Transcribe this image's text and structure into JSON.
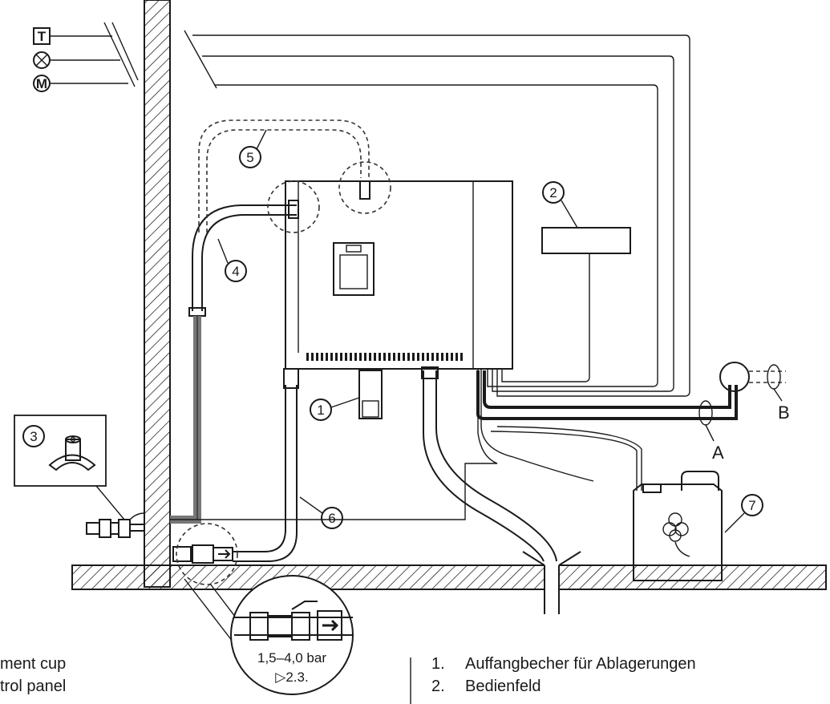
{
  "symbols": {
    "t": "T",
    "m": "M"
  },
  "callouts": [
    "1",
    "2",
    "3",
    "4",
    "5",
    "6",
    "7"
  ],
  "connection_labels": {
    "a": "A",
    "b": "B"
  },
  "pressure": {
    "range": "1,5–4,0 bar",
    "ref": "▷2.3."
  },
  "legend_en": [
    "ment cup",
    "trol panel"
  ],
  "legend_de": [
    {
      "num": "1.",
      "text": "Auffangbecher für Ablagerungen"
    },
    {
      "num": "2.",
      "text": "Bedienfeld"
    }
  ]
}
